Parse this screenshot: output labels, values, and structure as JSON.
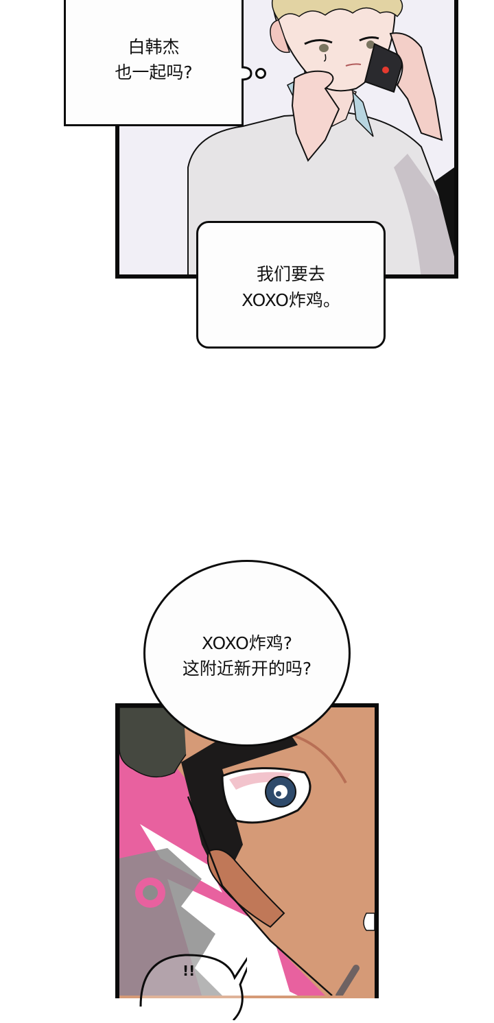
{
  "comic": {
    "panels": [
      {
        "id": "panel-1",
        "description": "Blond young man on phone, hand on chin",
        "bubbles": [
          {
            "type": "thought-square",
            "lines": [
              "白韩杰",
              "也一起吗?"
            ]
          },
          {
            "type": "rounded-rect",
            "lines": [
              "我们要去",
              "XOXO炸鸡。"
            ]
          }
        ]
      },
      {
        "id": "panel-2",
        "description": "Close-up of dark-haired man's surprised eye with pink background",
        "bubbles": [
          {
            "type": "oval",
            "lines": [
              "XOXO炸鸡?",
              "这附近新开的吗?"
            ]
          },
          {
            "type": "small-round",
            "lines": [
              "!!"
            ]
          }
        ]
      }
    ],
    "colors": {
      "panel_border": "#0b0b0b",
      "panel1_bg": "#f1eff6",
      "skin_light": "#f6dcd6",
      "hair_blond": "#e2d3a3",
      "shirt": "#e6e4e6",
      "skin_tan": "#d59a77",
      "hair_dark": "#454840",
      "effect_pink": "#e8619f",
      "watermark_gray": "#8c8c8c"
    }
  }
}
